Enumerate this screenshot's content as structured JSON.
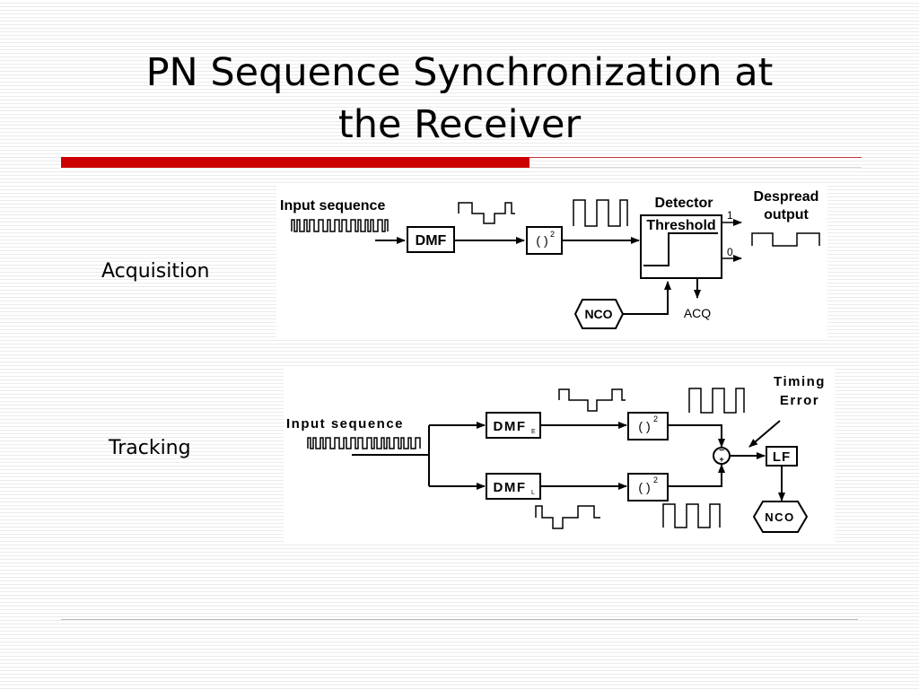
{
  "slide": {
    "title_line1": "PN Sequence Synchronization at",
    "title_line2": "the Receiver"
  },
  "acquisition": {
    "label": "Acquisition",
    "input_label": "Input sequence",
    "dmf": "DMF",
    "square": "( )",
    "square_exp": "2",
    "detector_line1": "Detector",
    "detector_line2": "Threshold",
    "level_1": "1",
    "level_0": "0",
    "despread_line1": "Despread",
    "despread_line2": "output",
    "nco": "NCO",
    "acq": "ACQ"
  },
  "tracking": {
    "label": "Tracking",
    "input_label": "Input sequence",
    "dmf": "DMF",
    "sub_early": "E",
    "sub_late": "L",
    "square": "( )",
    "square_exp": "2",
    "minus": "−",
    "plus": "+",
    "timing_line1": "Timing",
    "timing_line2": "Error",
    "lf": "LF",
    "nco": "NCO"
  }
}
